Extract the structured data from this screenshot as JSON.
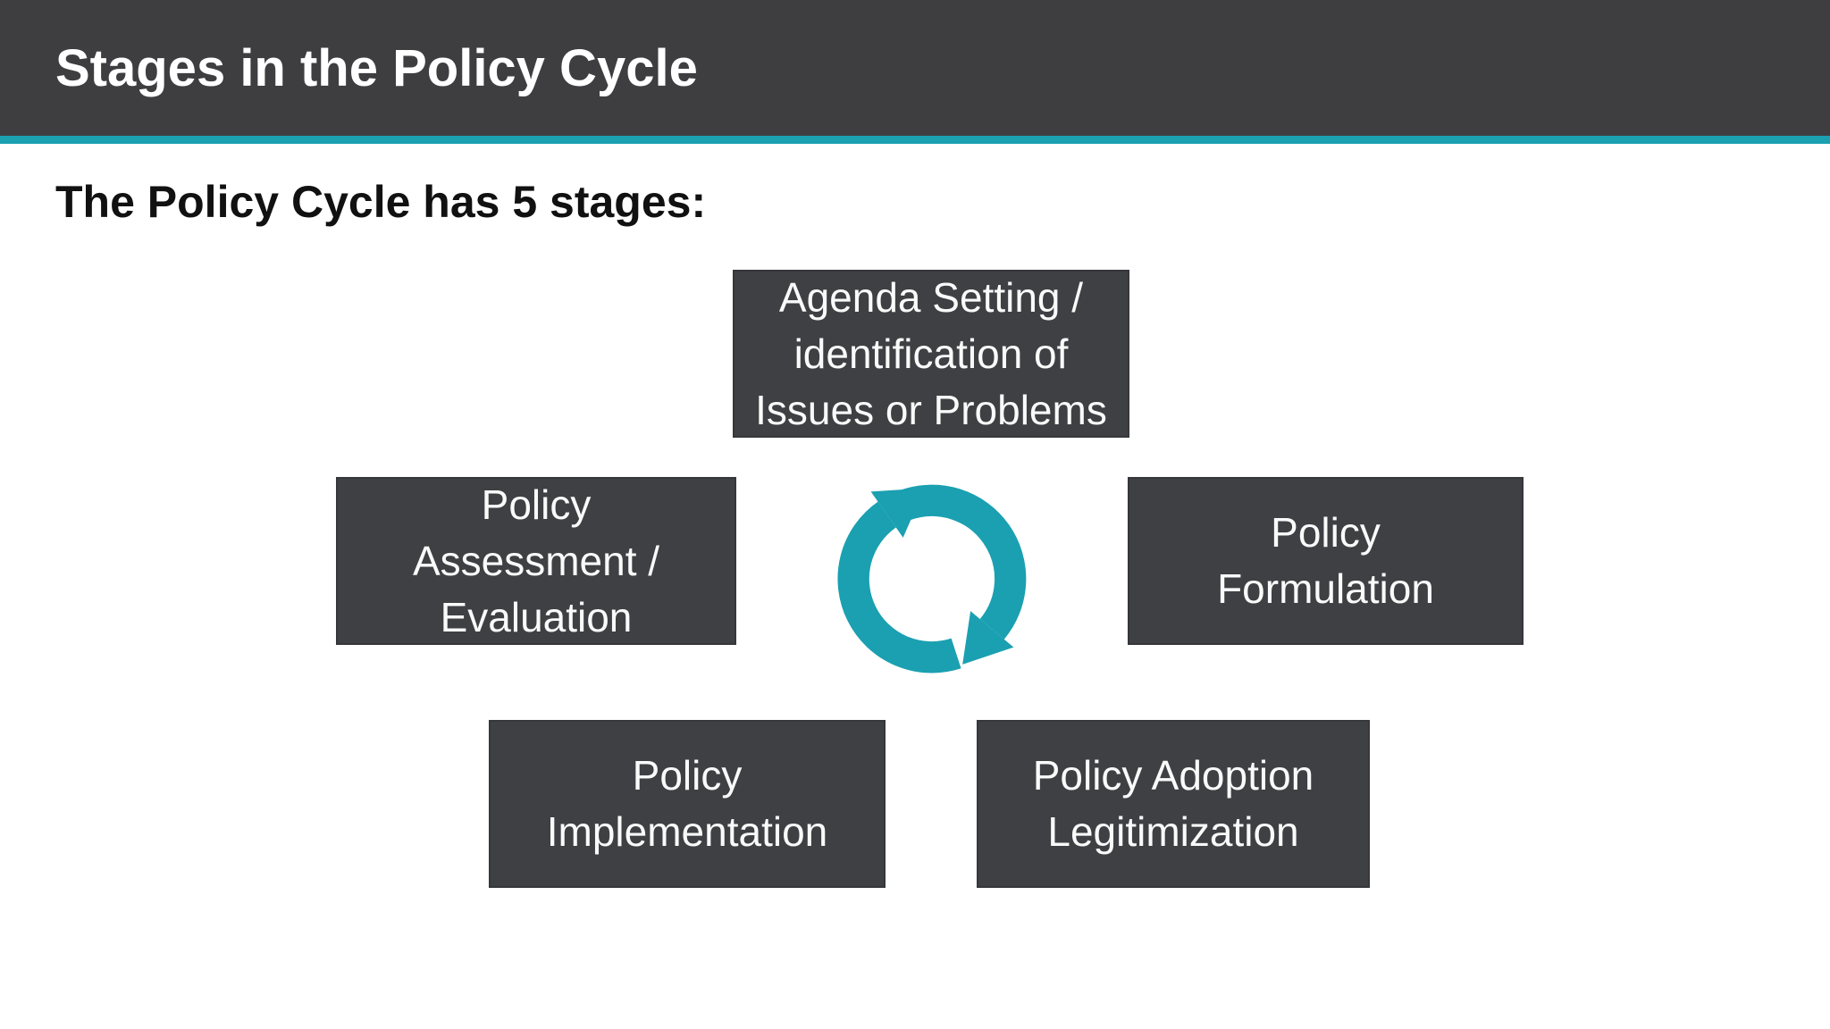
{
  "slide": {
    "title": "Stages in the Policy Cycle",
    "subtitle": "The Policy Cycle has 5 stages:",
    "stages": [
      {
        "name": "agenda-setting",
        "lines": [
          "Agenda Setting /",
          "identification of",
          "Issues or Problems"
        ]
      },
      {
        "name": "policy-formulation",
        "lines": [
          "Policy",
          "Formulation"
        ]
      },
      {
        "name": "policy-adoption",
        "lines": [
          "Policy Adoption",
          "Legitimization"
        ]
      },
      {
        "name": "policy-implementation",
        "lines": [
          "Policy",
          "Implementation"
        ]
      },
      {
        "name": "policy-assessment",
        "lines": [
          "Policy",
          "Assessment /",
          "Evaluation"
        ]
      }
    ],
    "icon": "cycle-arrows-icon",
    "colors": {
      "page_bg": "#FFFFFF",
      "header_bg": "#3E3E41",
      "accent": "#1AA0B1",
      "title_color": "#FFFFFF",
      "subtitle_color": "#111111",
      "box_bg": "#3F4044",
      "box_border": "#36373B",
      "box_text": "#FAFAFA"
    }
  }
}
